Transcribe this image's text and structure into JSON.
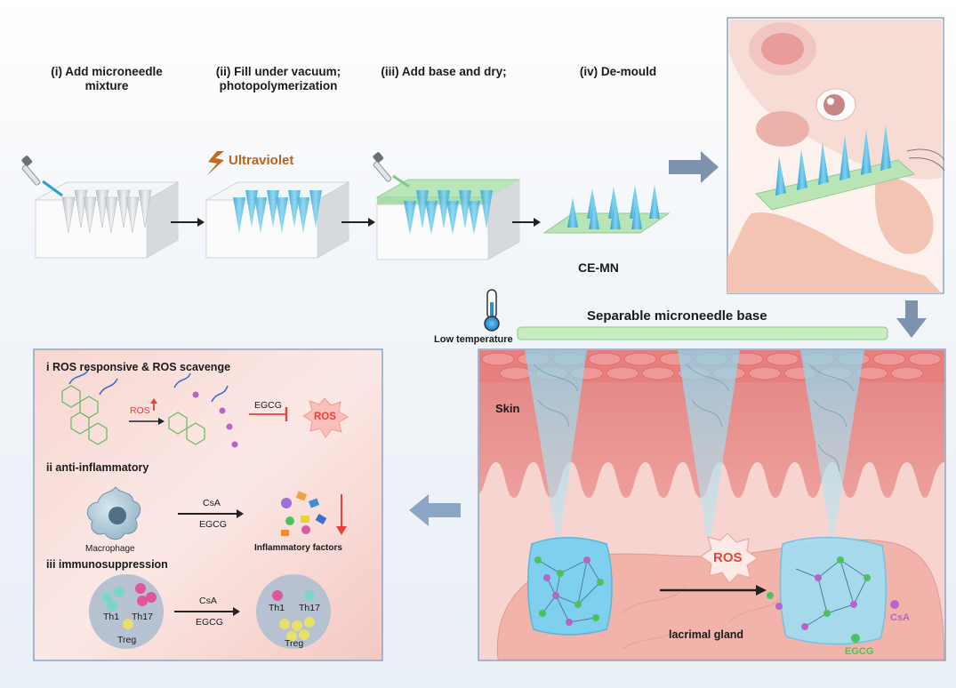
{
  "steps": [
    {
      "line1": "(i) Add microneedle",
      "line2": "mixture"
    },
    {
      "line1": "(ii) Fill under vacuum;",
      "line2": "photopolymerization"
    },
    {
      "line1": "(iii) Add base and dry;",
      "line2": ""
    },
    {
      "line1": "(iv) De-mould",
      "line2": ""
    }
  ],
  "ultraviolet_label": "Ultraviolet",
  "product_label": "CE-MN",
  "low_temperature_label": "Low temperature",
  "base_label": "Separable microneedle base",
  "skin_label": "Skin",
  "ros_label": "ROS",
  "gland_label": "lacrimal gland",
  "csa_label": "CsA",
  "egcg_label": "EGCG",
  "mechanism": {
    "section1_title": "i ROS responsive & ROS scavenge",
    "ros_arrow_label": "ROS",
    "egcg_inhibit_label": "EGCG",
    "ros_burst_label": "ROS",
    "section2_title": "ii anti-inflammatory",
    "macrophage_label": "Macrophage",
    "drug1": "CsA",
    "drug2": "EGCG",
    "factors_label": "Inflammatory factors",
    "section3_title": "iii immunosuppression",
    "th1_label": "Th1",
    "th17_label": "Th17",
    "treg_label": "Treg"
  },
  "colors": {
    "needle": "#5fbfe3",
    "base": "#a8e0a9",
    "skin": "#e7918f",
    "accent_red": "#e8403a",
    "csa_purple": "#b565c9",
    "egcg_green": "#4cc25a",
    "panel_border": "#8aa6c4"
  }
}
